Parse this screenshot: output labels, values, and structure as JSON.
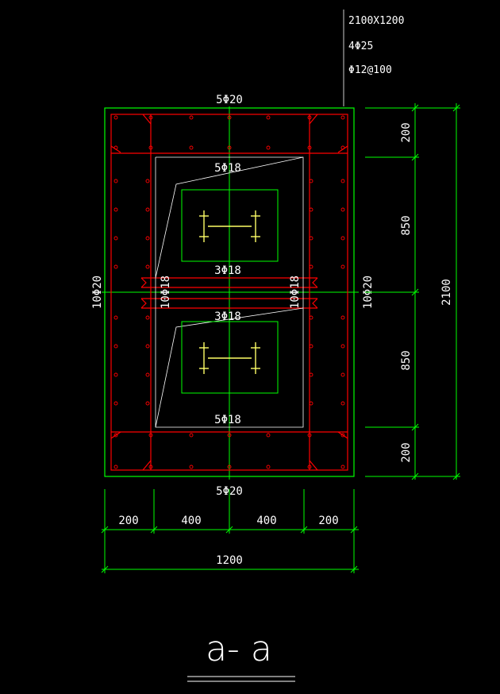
{
  "colors": {
    "background": "#000000",
    "outline": "#00ff00",
    "rebar": "#ff0000",
    "text": "#ffffff",
    "steel": "#ffff66",
    "leader": "#ffffff"
  },
  "spec": {
    "size": "2100X1200",
    "main_bars": "4Φ25",
    "stirrups": "Φ12@100"
  },
  "labels": {
    "top_bars": "5Φ20",
    "bottom_bars": "5Φ20",
    "left_side_bars": "10Φ20",
    "right_side_bars": "10Φ20",
    "inner_top": "5Φ18",
    "inner_mid_upper": "3Φ18",
    "inner_mid_lower": "3Φ18",
    "inner_bottom": "5Φ18",
    "inner_left": "10Φ18",
    "inner_right": "10Φ18"
  },
  "dims_bottom": {
    "seg1": "200",
    "seg2": "400",
    "seg3": "400",
    "seg4": "200",
    "total": "1200"
  },
  "dims_right": {
    "seg1": "200",
    "seg2": "850",
    "seg3": "850",
    "seg4": "200",
    "total": "2100"
  },
  "title": "a- a"
}
